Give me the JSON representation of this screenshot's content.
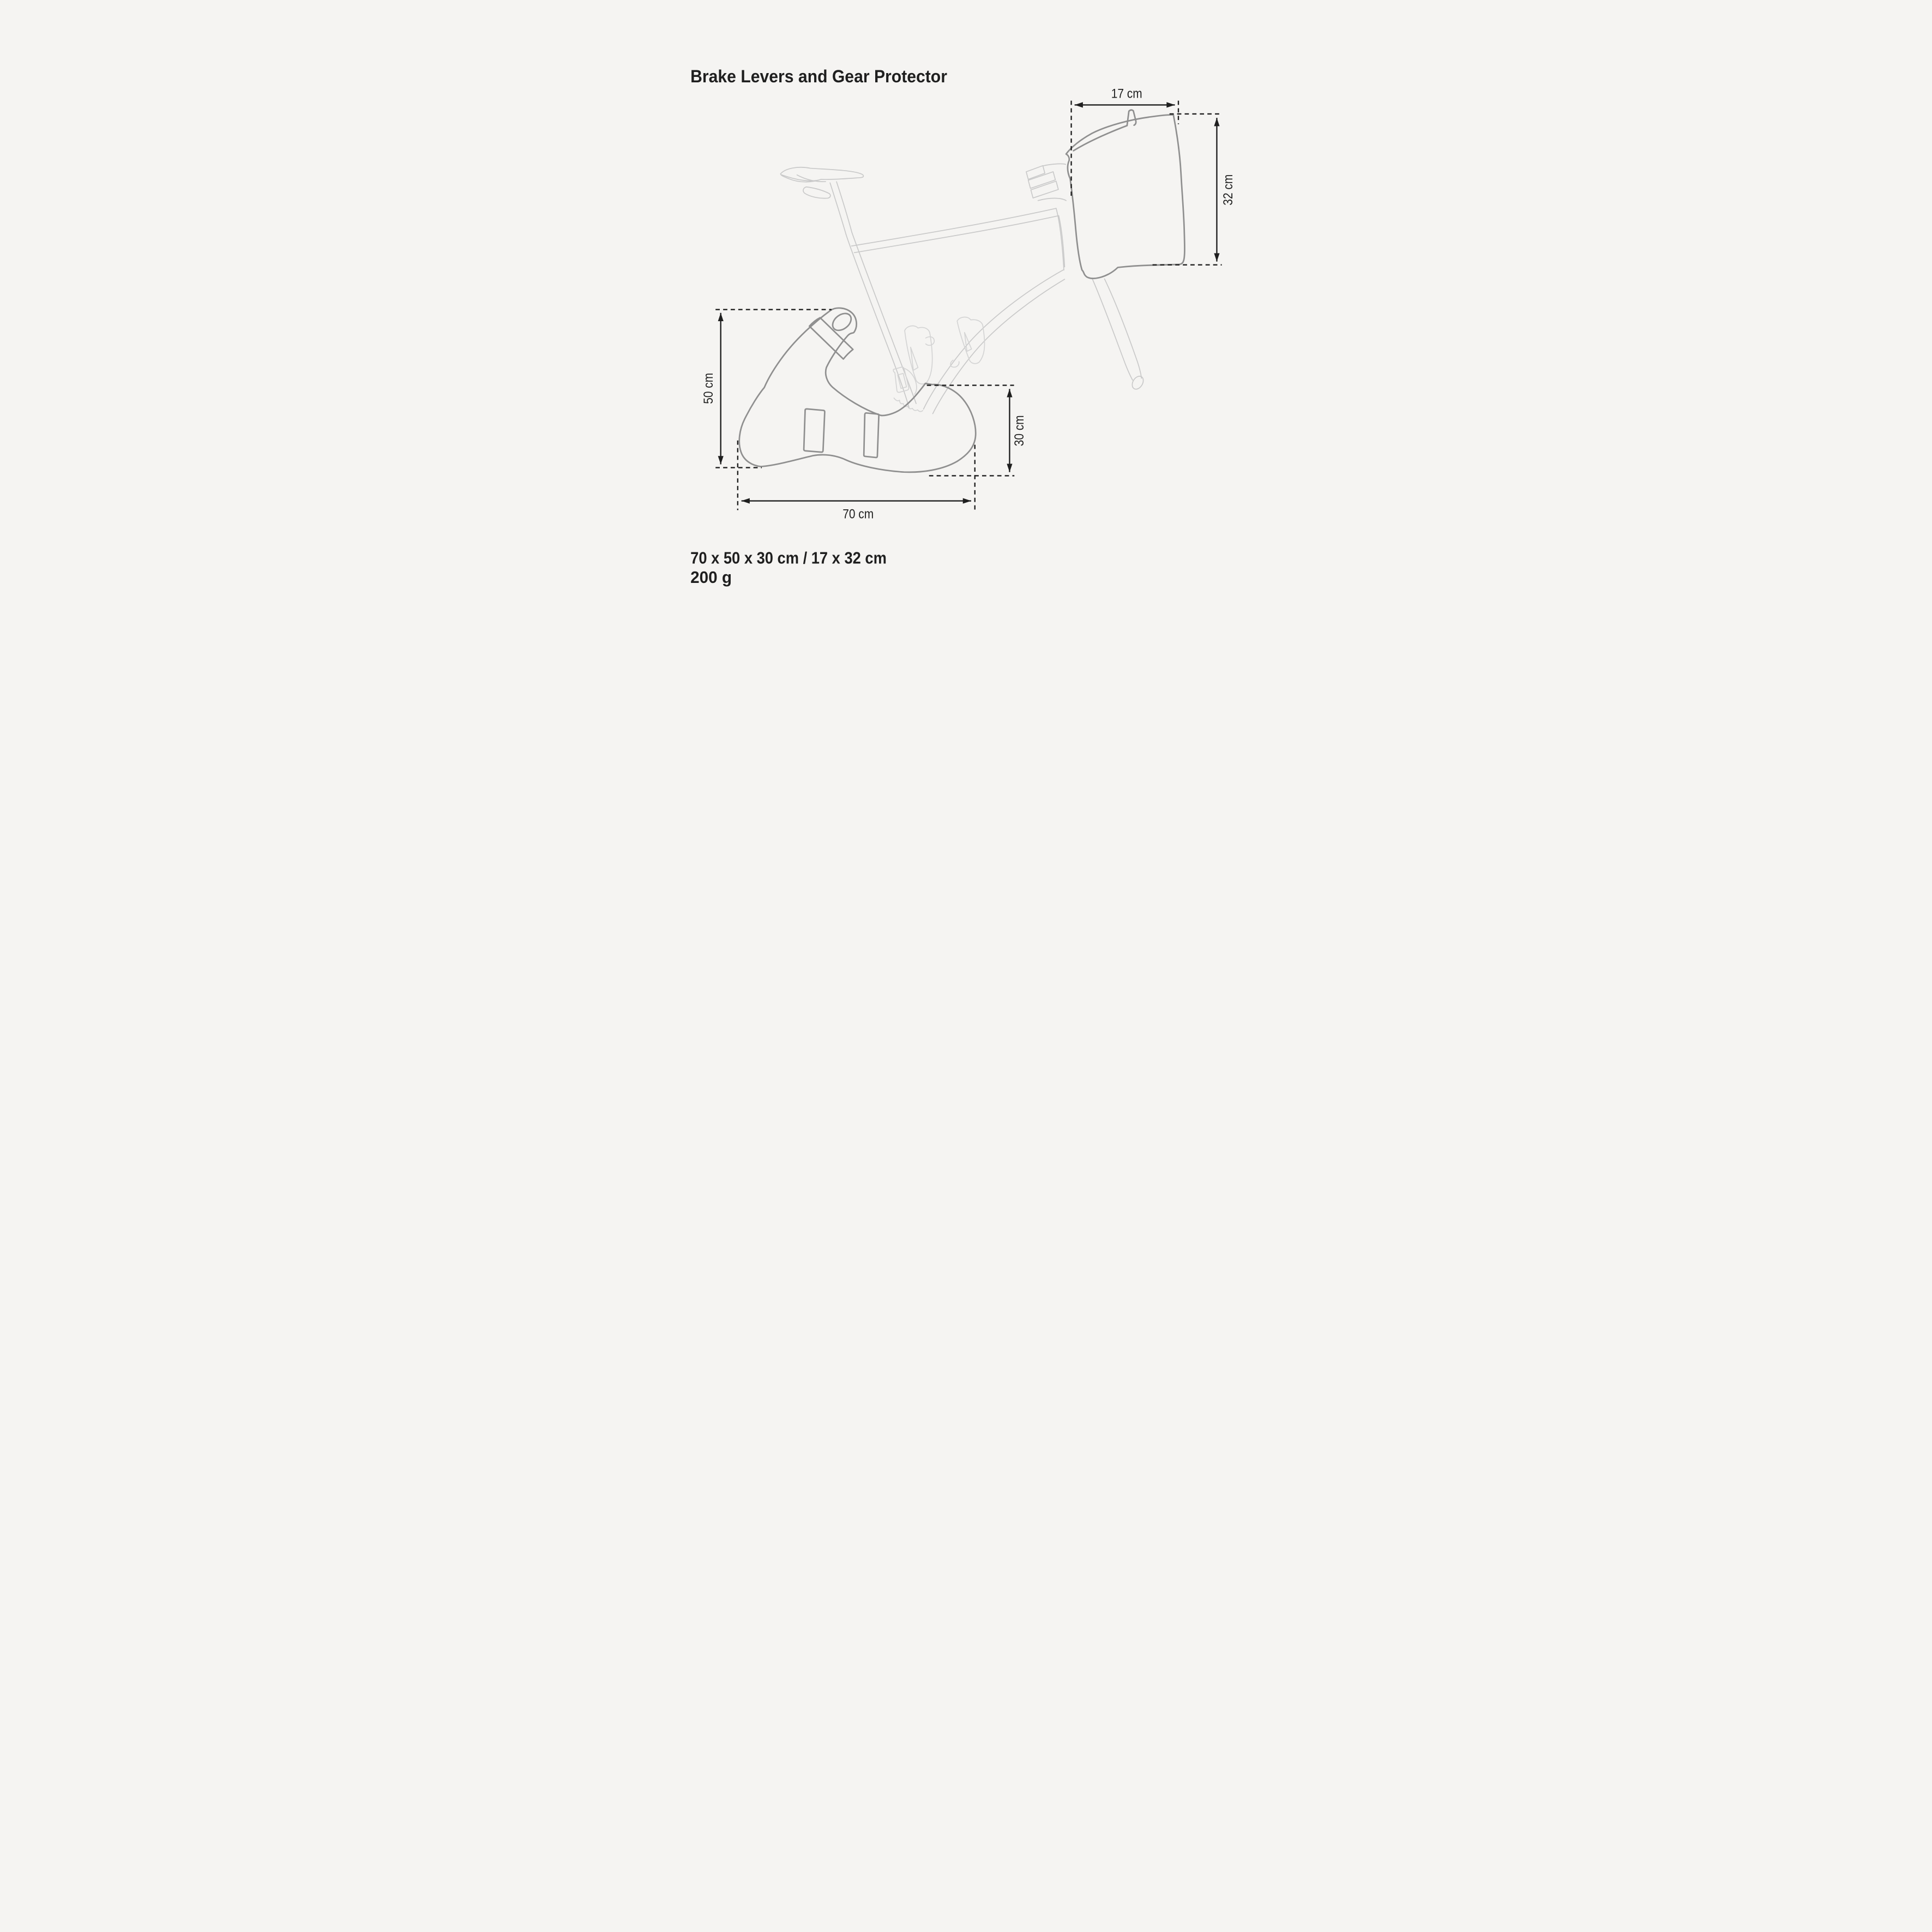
{
  "title": "Brake Levers and Gear Protector",
  "specs": {
    "size": "70 x 50 x 30 cm / 17 x 32 cm",
    "weight": "200 g"
  },
  "diagram": {
    "type": "product-dimension-illustration",
    "subject": "Road bike line drawing fitted with a brake levers and gear protector (bottom left) and a handlebar protector bag (top right)",
    "dimensions": {
      "handlebar_protector_width": "17 cm",
      "handlebar_protector_height": "32 cm",
      "gear_protector_height": "50 cm",
      "gear_protector_rear_height": "30 cm",
      "gear_protector_length": "70 cm"
    },
    "colors": {
      "background": "#f5f4f2",
      "bike_line": "#c9c9c9",
      "protector_line": "#8f8f8f",
      "dimension_ink": "#1f1f1f"
    }
  }
}
